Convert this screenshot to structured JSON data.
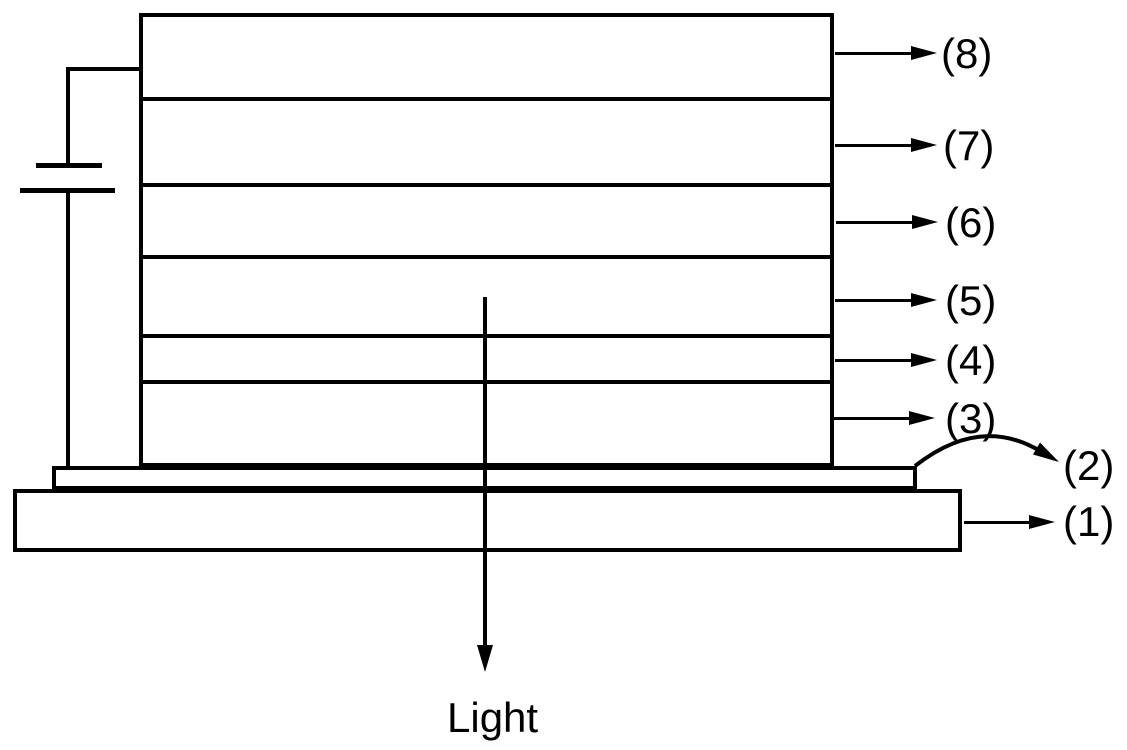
{
  "colors": {
    "line": "#000000",
    "background": "#ffffff"
  },
  "diagram": {
    "type": "layered-device-cross-section",
    "layers": {
      "l8": {
        "label": "(8)"
      },
      "l7": {
        "label": "(7)"
      },
      "l6": {
        "label": "(6)"
      },
      "l5": {
        "label": "(5)"
      },
      "l4": {
        "label": "(4)"
      },
      "l3": {
        "label": "(3)"
      },
      "l2": {
        "label": "(2)"
      },
      "l1": {
        "label": "(1)"
      }
    },
    "light": {
      "label": "Light"
    }
  }
}
